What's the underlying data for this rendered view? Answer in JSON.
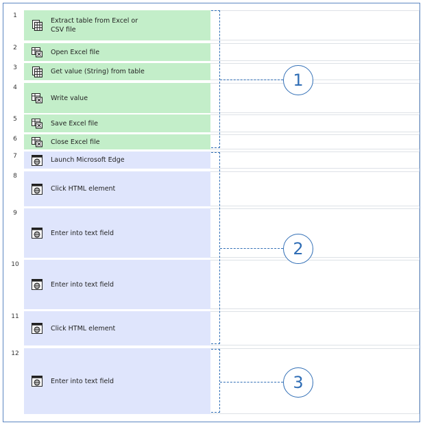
{
  "flow": {
    "steps": [
      {
        "number": "1",
        "label": "Extract table from Excel or\nCSV file",
        "icon": "excel-table-icon"
      },
      {
        "number": "2",
        "label": "Open Excel file",
        "icon": "excel-file-icon"
      },
      {
        "number": "3",
        "label": "Get value (String) from table",
        "icon": "excel-table-icon"
      },
      {
        "number": "4",
        "label": "Write value",
        "icon": "excel-file-icon"
      },
      {
        "number": "5",
        "label": "Save Excel file",
        "icon": "excel-file-icon"
      },
      {
        "number": "6",
        "label": "Close Excel file",
        "icon": "excel-file-icon"
      },
      {
        "number": "7",
        "label": "Launch Microsoft Edge",
        "icon": "browser-icon"
      },
      {
        "number": "8",
        "label": "Click HTML element",
        "icon": "browser-window-icon"
      },
      {
        "number": "9",
        "label": "Enter into text field",
        "icon": "browser-window-icon"
      },
      {
        "number": "10",
        "label": "Enter into text field",
        "icon": "browser-window-icon"
      },
      {
        "number": "11",
        "label": "Click HTML element",
        "icon": "browser-window-icon"
      },
      {
        "number": "12",
        "label": "Enter into text field",
        "icon": "browser-window-icon"
      }
    ],
    "groups": [
      {
        "number": "1"
      },
      {
        "number": "2"
      },
      {
        "number": "3"
      }
    ]
  },
  "colors": {
    "excel_step": "#c3eec9",
    "web_step": "#dfe5fc",
    "accent": "#2f6db5",
    "frame": "#5a84c0"
  }
}
